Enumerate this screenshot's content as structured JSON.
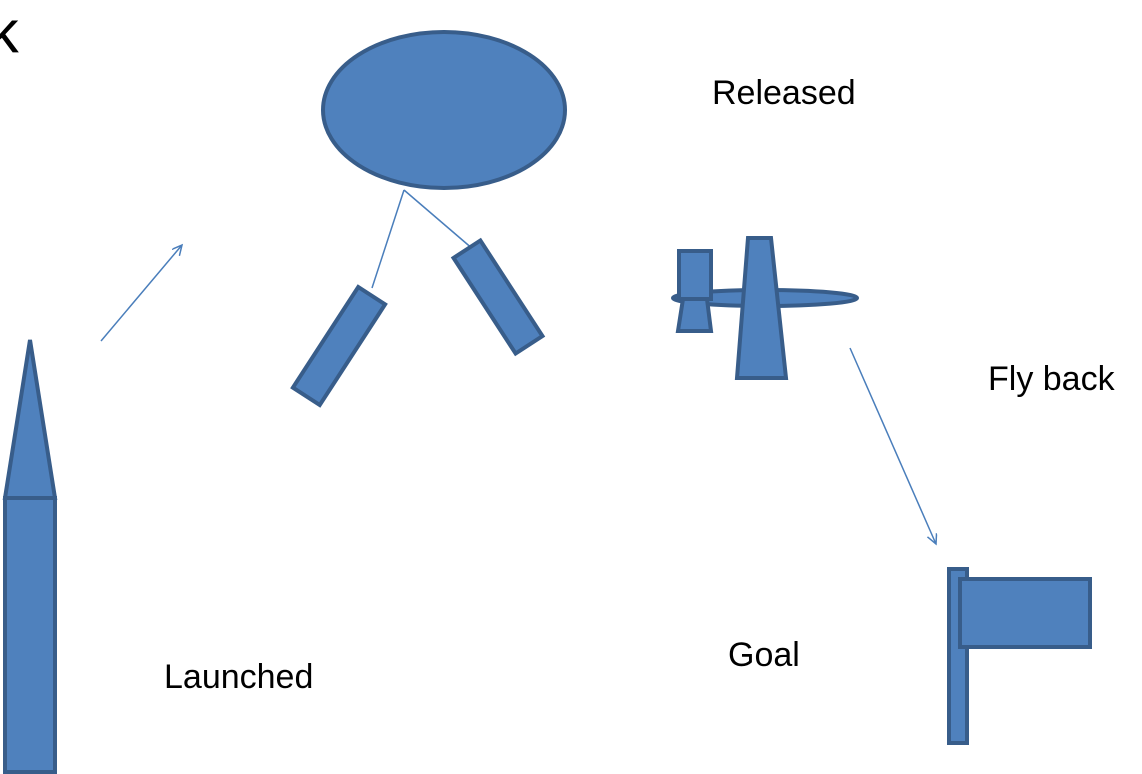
{
  "slide": {
    "title": "back",
    "labels": {
      "released": "Released",
      "fly_back": "Fly back",
      "goal": "Goal",
      "launched": "Launched"
    }
  },
  "colors": {
    "fill": "#4f81bd",
    "stroke": "#385d8a",
    "connector": "#4a7ebb",
    "text": "#000000"
  },
  "icons": [
    "rocket-icon",
    "balloon-icon",
    "glider-icon",
    "goal-flag-icon",
    "arrow-icon"
  ]
}
